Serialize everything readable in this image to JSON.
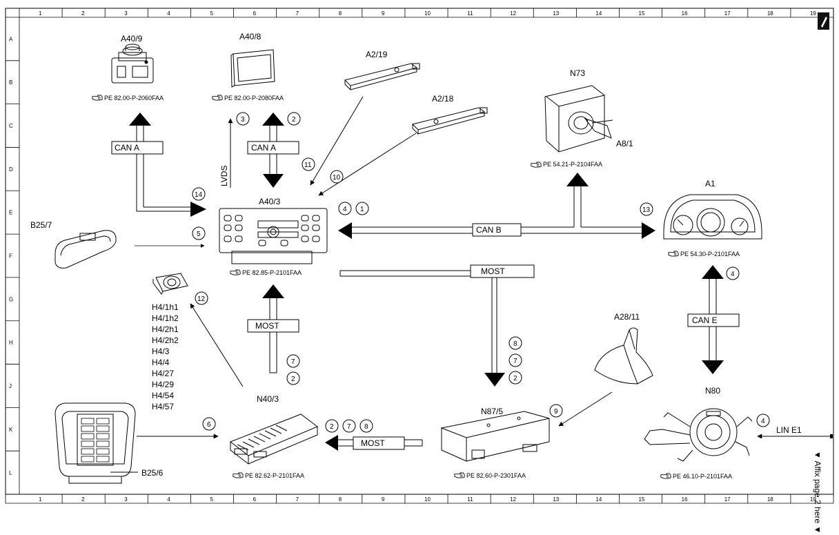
{
  "grid": {
    "columns": [
      "1",
      "2",
      "3",
      "4",
      "5",
      "6",
      "7",
      "8",
      "9",
      "10",
      "11",
      "12",
      "13",
      "14",
      "15",
      "16",
      "17",
      "18",
      "19"
    ],
    "rows": [
      "A",
      "B",
      "C",
      "D",
      "E",
      "F",
      "G",
      "H",
      "J",
      "K",
      "L"
    ]
  },
  "components": {
    "a40_9": {
      "label": "A40/9",
      "ref": "PE 82.00-P-2060FAA"
    },
    "a40_8": {
      "label": "A40/8",
      "ref": "PE 82.00-P-2080FAA"
    },
    "a2_19": {
      "label": "A2/19"
    },
    "a2_18": {
      "label": "A2/18"
    },
    "n73": {
      "label": "N73",
      "ref": "PE 54.21-P-2104FAA"
    },
    "a8_1": {
      "label": "A8/1"
    },
    "a40_3": {
      "label": "A40/3",
      "ref": "PE 82.85-P-2101FAA"
    },
    "a1": {
      "label": "A1",
      "ref": "PE 54.30-P-2101FAA"
    },
    "b25_7": {
      "label": "B25/7"
    },
    "h4_list": [
      "H4/1h1",
      "H4/1h2",
      "H4/2h1",
      "H4/2h2",
      "H4/3",
      "H4/4",
      "H4/27",
      "H4/29",
      "H4/54",
      "H4/57"
    ],
    "a28_11": {
      "label": "A28/11"
    },
    "n40_3": {
      "label": "N40/3",
      "ref": "PE 82.62-P-2101FAA"
    },
    "n87_5": {
      "label": "N87/5",
      "ref": "PE 82.60-P-2301FAA"
    },
    "n80": {
      "label": "N80",
      "ref": "PE 46.10-P-2101FAA"
    },
    "b25_6": {
      "label": "B25/6"
    }
  },
  "buses": {
    "can_a_left": "CAN A",
    "can_a_mid": "CAN A",
    "lvds": "LVDS",
    "can_b": "CAN B",
    "most_top": "MOST",
    "most_mid": "MOST",
    "most_bottom": "MOST",
    "can_e": "CAN E",
    "lin_e1": "LIN E1"
  },
  "markers": {
    "m14": "14",
    "m5": "5",
    "m3": "3",
    "m2a": "2",
    "m11": "11",
    "m10": "10",
    "m4a": "4",
    "m1": "1",
    "m13": "13",
    "m4b": "4",
    "m12": "12",
    "m7a": "7",
    "m2b": "2",
    "m8a": "8",
    "m7b": "7",
    "m2c": "2",
    "m9": "9",
    "m6": "6",
    "m2d": "2",
    "m7c": "7",
    "m8b": "8",
    "m4c": "4"
  },
  "side_note": "▼ Affix page 2 here ▼"
}
